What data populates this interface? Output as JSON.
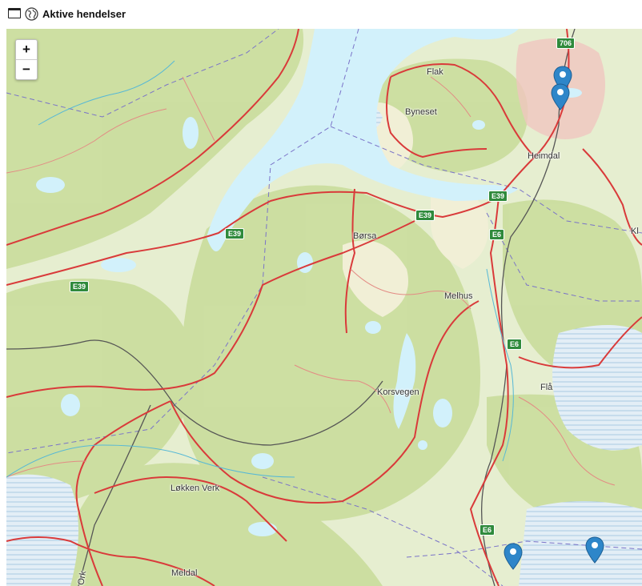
{
  "header": {
    "title": "Aktive hendelser",
    "window_icon": "window-icon",
    "globe_icon": "globe-icon"
  },
  "map": {
    "zoom_in_label": "+",
    "zoom_out_label": "−",
    "places": {
      "flak": "Flak",
      "byneset": "Byneset",
      "heimdal": "Heimdal",
      "borsa": "Børsa",
      "melhus": "Melhus",
      "korsvegen": "Korsvegen",
      "fla": "Flå",
      "lokken_verk": "Løkken Verk",
      "meldal": "Meldal",
      "kl": "Kl",
      "orkdal": "Ork"
    },
    "road_labels": {
      "e39_a": "E39",
      "e39_b": "E39",
      "e39_c": "E39",
      "e39_d": "E39",
      "e6_a": "E6",
      "e6_b": "E6",
      "e6_c": "E6",
      "r706": "706"
    },
    "markers": [
      "incident-marker",
      "incident-marker",
      "incident-marker",
      "incident-marker"
    ],
    "colors": {
      "water": "#d2f1fb",
      "forest": "#cadd9c",
      "road": "#d93a3a",
      "marker": "#2e86c9"
    }
  }
}
